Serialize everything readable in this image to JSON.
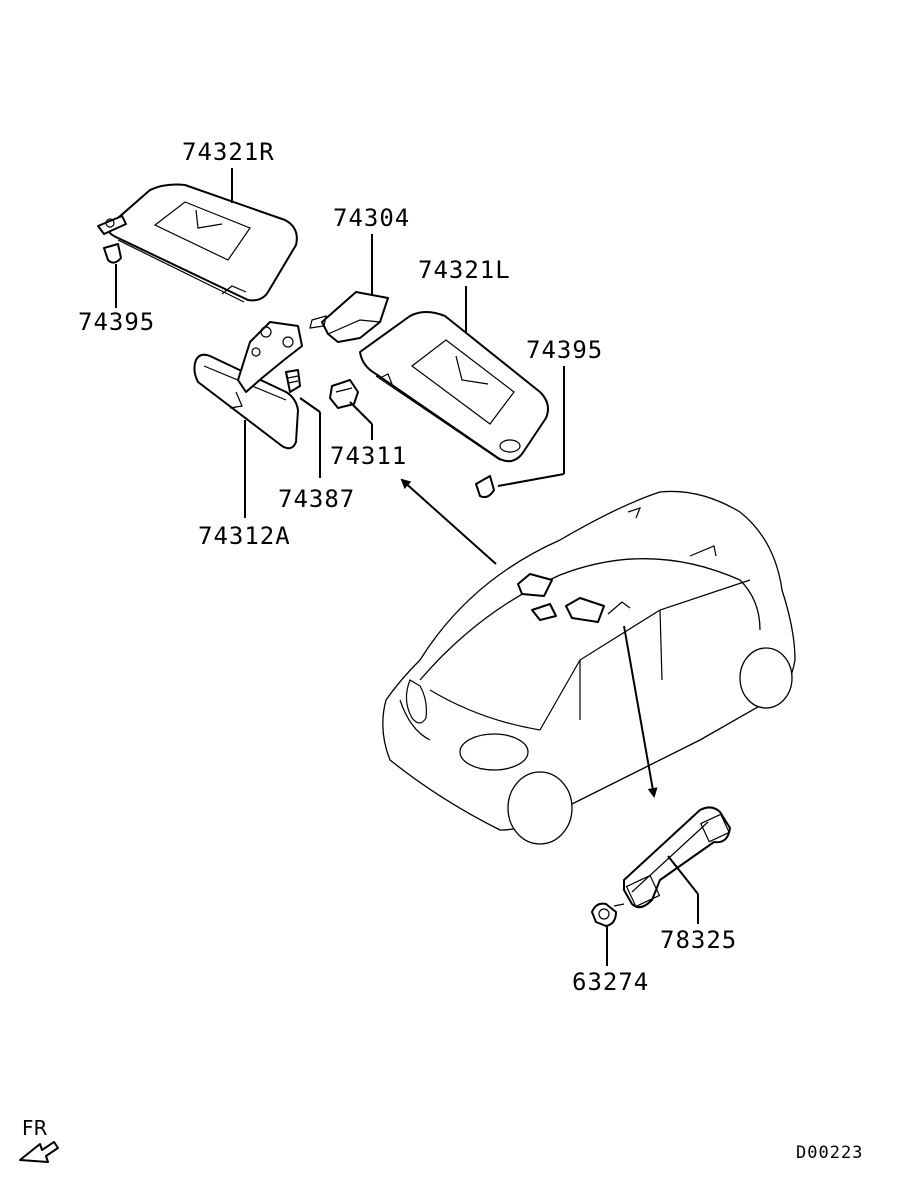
{
  "diagram": {
    "labels": {
      "p74321R": "74321R",
      "p74395_left": "74395",
      "p74304": "74304",
      "p74321L": "74321L",
      "p74395_right": "74395",
      "p74311": "74311",
      "p74387": "74387",
      "p74312A": "74312A",
      "p78325": "78325",
      "p63274": "63274"
    },
    "fr_label": "FR",
    "drawing_code": "D00223"
  }
}
